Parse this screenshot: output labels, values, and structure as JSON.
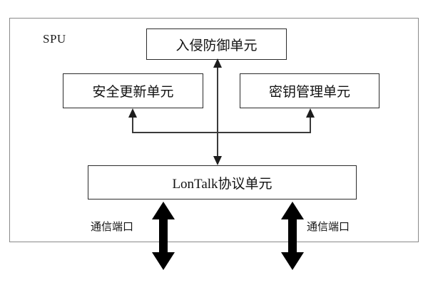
{
  "diagram": {
    "title_label": "SPU",
    "container_name": "SPU",
    "boxes": [
      {
        "id": "intrusion-prevention-unit",
        "label": "入侵防御单元"
      },
      {
        "id": "security-update-unit",
        "label": "安全更新单元"
      },
      {
        "id": "key-management-unit",
        "label": "密钥管理单元"
      },
      {
        "id": "lontalk-protocol-unit",
        "label": "LonTalk协议单元"
      }
    ],
    "port_labels": [
      {
        "id": "comm-port-left",
        "label": "通信端口"
      },
      {
        "id": "comm-port-right",
        "label": "通信端口"
      }
    ],
    "colors": {
      "background": "#ffffff",
      "box_border": "#2b2b2b",
      "container_border": "#8a8a8a",
      "connector": "#3a3a3a",
      "port_arrow": "#000000",
      "text": "#121212"
    },
    "connectors": [
      {
        "id": "ips-to-lontalk",
        "type": "double-headed-vertical",
        "from": "intrusion-prevention-unit",
        "to": "lontalk-protocol-unit"
      },
      {
        "id": "bus-to-security-update",
        "type": "arrow-up",
        "from": "shared-bus",
        "to": "security-update-unit"
      },
      {
        "id": "bus-to-key-management",
        "type": "arrow-up",
        "from": "shared-bus",
        "to": "key-management-unit"
      }
    ]
  }
}
